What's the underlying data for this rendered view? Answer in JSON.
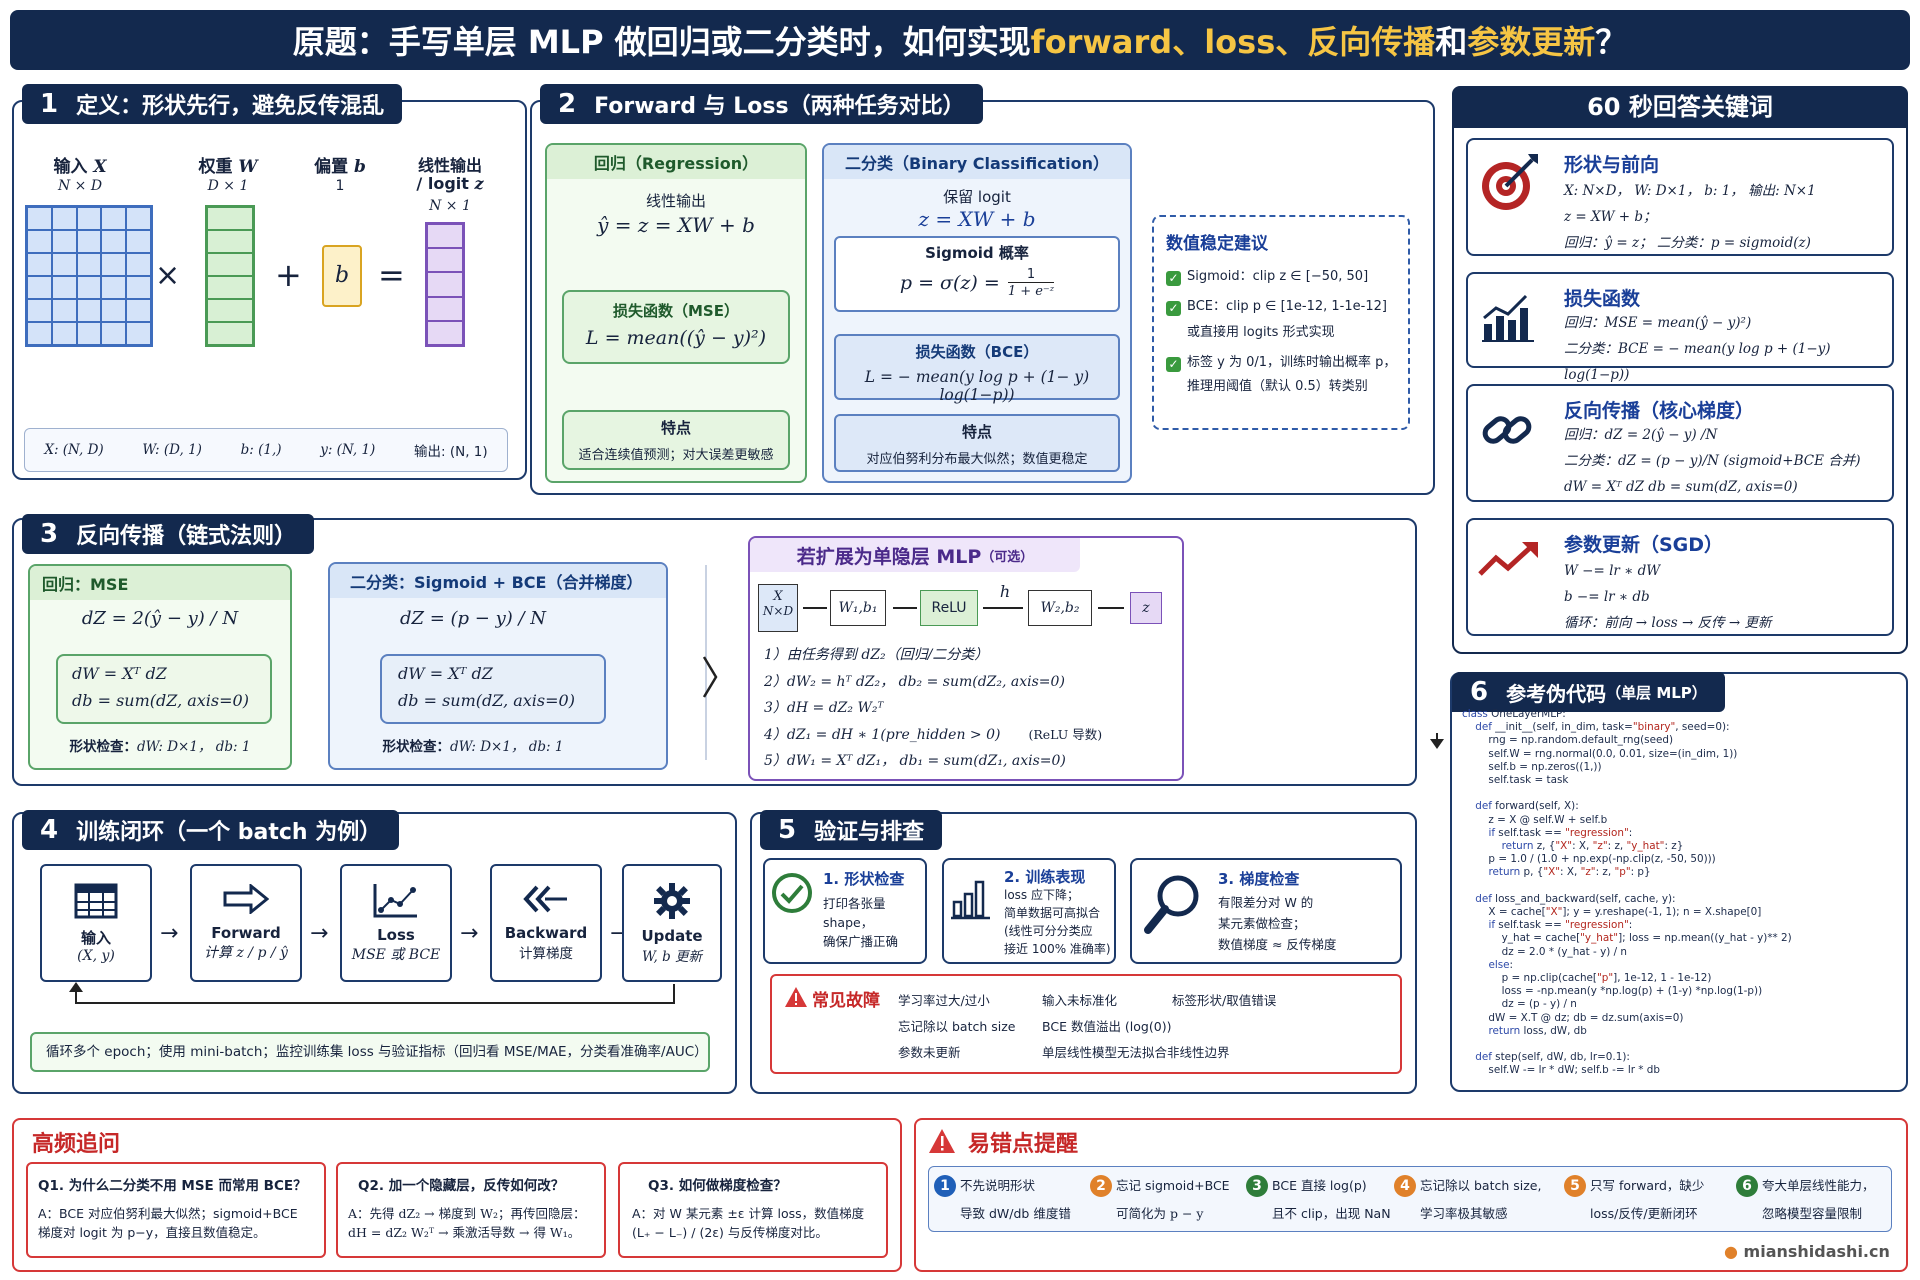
{
  "header": {
    "title_a": "原题：手写单层 MLP 做回归或二分类时，如何实现 ",
    "title_b": "forward、loss、反向传播",
    "title_c": "和",
    "title_d": "参数更新",
    "title_e": "？"
  },
  "s1": {
    "num": "1",
    "title": "定义：形状先行，避免反传混乱",
    "x_label": "输入 ",
    "x_sym": "X",
    "x_shape": "N × D",
    "w_label": "权重 ",
    "w_sym": "W",
    "w_shape": "D × 1",
    "b_label": "偏置 ",
    "b_sym": "b",
    "b_shape": "1",
    "b_cell": "b",
    "z_label": "线性输出",
    "z_label2": "/ logit ",
    "z_sym": "z",
    "z_shape": "N × 1",
    "op_times": "×",
    "op_plus": "+",
    "op_eq": "=",
    "shapes": [
      "X: (N, D)",
      "W: (D, 1)",
      "b: (1,)",
      "y: (N, 1)",
      "输出: (N, 1)"
    ]
  },
  "s2": {
    "num": "2",
    "title": "Forward 与 Loss（两种任务对比）",
    "reg": {
      "head": "回归（Regression）",
      "l1": "线性输出",
      "f1": "ŷ = z = XW + b",
      "loss_t": "损失函数（MSE）",
      "loss_f": "L = mean((ŷ − y)²)",
      "feat_t": "特点",
      "feat_d": "适合连续值预测；对大误差更敏感"
    },
    "bin": {
      "head": "二分类（Binary Classification）",
      "l1": "保留 logit",
      "f1": "z = XW + b",
      "sig_t": "Sigmoid 概率",
      "sig_f": "p = σ(z) =",
      "sig_num": "1",
      "sig_den": "1 + e⁻ᶻ",
      "loss_t": "损失函数（BCE）",
      "loss_f": "L = − mean(y log p + (1− y) log(1−p))",
      "feat_t": "特点",
      "feat_d": "对应伯努利分布最大似然；数值更稳定"
    },
    "stab": {
      "title": "数值稳定建议",
      "items": [
        "Sigmoid：clip z ∈ [−50, 50]",
        "BCE：clip p ∈ [1e-12, 1-1e-12]",
        "或直接用 logits 形式实现",
        "标签 y 为 0/1，训练时输出概率 p，",
        "推理用阈值（默认 0.5）转类别"
      ]
    }
  },
  "kw": {
    "title": "60 秒回答关键词",
    "cards": [
      {
        "t": "形状与前向",
        "l": [
          "X: N×D， W: D×1， b: 1， 输出: N×1",
          "z = XW + b；",
          "回归：ŷ = z；   二分类：p = sigmoid(z)"
        ]
      },
      {
        "t": "损失函数",
        "l": [
          "回归：MSE = mean(ŷ − y)²)",
          "二分类：BCE = − mean(y log p + (1−y) log(1−p))"
        ]
      },
      {
        "t": "反向传播（核心梯度）",
        "l": [
          "回归：dZ = 2(ŷ − y) /N",
          "二分类：dZ = (p − y)/N  (sigmoid+BCE 合并)",
          "dW = Xᵀ dZ    db = sum(dZ, axis=0)"
        ]
      },
      {
        "t": "参数更新（SGD）",
        "l": [
          "W −= lr ∗ dW",
          "b −= lr ∗ db",
          "循环：前向 → loss → 反传 → 更新"
        ]
      }
    ]
  },
  "s3": {
    "num": "3",
    "title": "反向传播（链式法则）",
    "reg": {
      "head": "回归：MSE",
      "dz": "dZ = 2(ŷ − y) / N",
      "dw": "dW = Xᵀ dZ",
      "db": "db = sum(dZ, axis=0)",
      "chk_l": "形状检查：",
      "chk": "dW: D×1，  db: 1"
    },
    "bin": {
      "head": "二分类：Sigmoid + BCE（合并梯度）",
      "dz": "dZ = (p − y) / N",
      "dw": "dW = Xᵀ dZ",
      "db": "db = sum(dZ, axis=0)",
      "chk_l": "形状检查：",
      "chk": "dW: D×1，  db: 1"
    },
    "mlp": {
      "title": "若扩展为单隐层 MLP",
      "opt": "（可选）",
      "n1": "X",
      "n1b": "N×D",
      "n2": "W₁,b₁",
      "n3": "ReLU",
      "h": "h",
      "n4": "W₂,b₂",
      "n5": "z",
      "steps": [
        "1）由任务得到 dZ₂（回归/二分类）",
        "2）dW₂ = hᵀ dZ₂， db₂ = sum(dZ₂, axis=0)",
        "3）dH = dZ₂ W₂ᵀ",
        "4）dZ₁ = dH ∗ 1(pre_hidden > 0)",
        "5）dW₁ = Xᵀ dZ₁， db₁ = sum(dZ₁, axis=0)"
      ],
      "relu_note": "(ReLU 导数)"
    }
  },
  "s4": {
    "num": "4",
    "title": "训练闭环（一个 batch 为例）",
    "steps": [
      {
        "t": "输入",
        "s": "(X, y)"
      },
      {
        "t": "Forward",
        "s": "计算 z / p / ŷ"
      },
      {
        "t": "Loss",
        "s": "MSE 或 BCE"
      },
      {
        "t": "Backward",
        "s": "计算梯度"
      },
      {
        "t": "Update",
        "s": "W, b 更新"
      }
    ],
    "note": "循环多个 epoch；使用 mini-batch；监控训练集 loss 与验证指标（回归看 MSE/MAE，分类看准确率/AUC）"
  },
  "s5": {
    "num": "5",
    "title": "验证与排查",
    "c1": {
      "t": "1. 形状检查",
      "l": [
        "打印各张量 shape，",
        "确保广播正确"
      ]
    },
    "c2": {
      "t": "2. 训练表现",
      "l": [
        "loss 应下降；",
        "简单数据可高拟合",
        "(线性可分分类应",
        "接近 100% 准确率)"
      ]
    },
    "c3": {
      "t": "3. 梯度检查",
      "l": [
        "有限差分对 W 的",
        "某元素做检查；",
        "数值梯度 ≈ 反传梯度"
      ]
    },
    "faults": {
      "t": "常见故障",
      "items": [
        "学习率过大/过小",
        "输入未标准化",
        "标签形状/取值错误",
        "忘记除以 batch size",
        "BCE 数值溢出 (log(0))",
        "参数未更新",
        "单层线性模型无法拟合非线性边界"
      ]
    }
  },
  "s6": {
    "num": "6",
    "title": "参考伪代码",
    "sub": "（单层 MLP）"
  },
  "faq": {
    "title": "高频追问",
    "items": [
      {
        "q": "Q1. 为什么二分类不用 MSE 而常用 BCE？",
        "a1": "A：BCE 对应伯努利最大似然；sigmoid+BCE",
        "a2": "梯度对 logit 为 p−y，直接且数值稳定。"
      },
      {
        "q": "Q2. 加一个隐藏层，反传如何改？",
        "a1": "A：先得 dZ₂ → 梯度到 W₂；再传回隐层：",
        "a2": "dH = dZ₂ W₂ᵀ → 乘激活导数 → 得 W₁。"
      },
      {
        "q": "Q3. 如何做梯度检查？",
        "a1": "A：对 W 某元素 ±ε 计算 loss，数值梯度",
        "a2": "(L₊ − L₋) / (2ε) 与反传梯度对比。"
      }
    ]
  },
  "mist": {
    "title": "易错点提醒",
    "items": [
      {
        "n": "1",
        "c": "#1f5fb8",
        "a": "不先说明形状",
        "b": "导致 dW/db 维度错"
      },
      {
        "n": "2",
        "c": "#e0812a",
        "a": "忘记 sigmoid+BCE",
        "b": "可简化为 p − y"
      },
      {
        "n": "3",
        "c": "#2e7d3a",
        "a": "BCE 直接 log(p)",
        "b": "且不 clip，出现 NaN"
      },
      {
        "n": "4",
        "c": "#e0812a",
        "a": "忘记除以 batch size,",
        "b": "学习率极其敏感"
      },
      {
        "n": "5",
        "c": "#e0812a",
        "a": "只写 forward，缺少",
        "b": "loss/反传/更新闭环"
      },
      {
        "n": "6",
        "c": "#2e7d3a",
        "a": "夸大单层线性能力，",
        "b": "忽略模型容量限制"
      }
    ]
  },
  "footer": {
    "site": "mianshidashi.cn"
  }
}
